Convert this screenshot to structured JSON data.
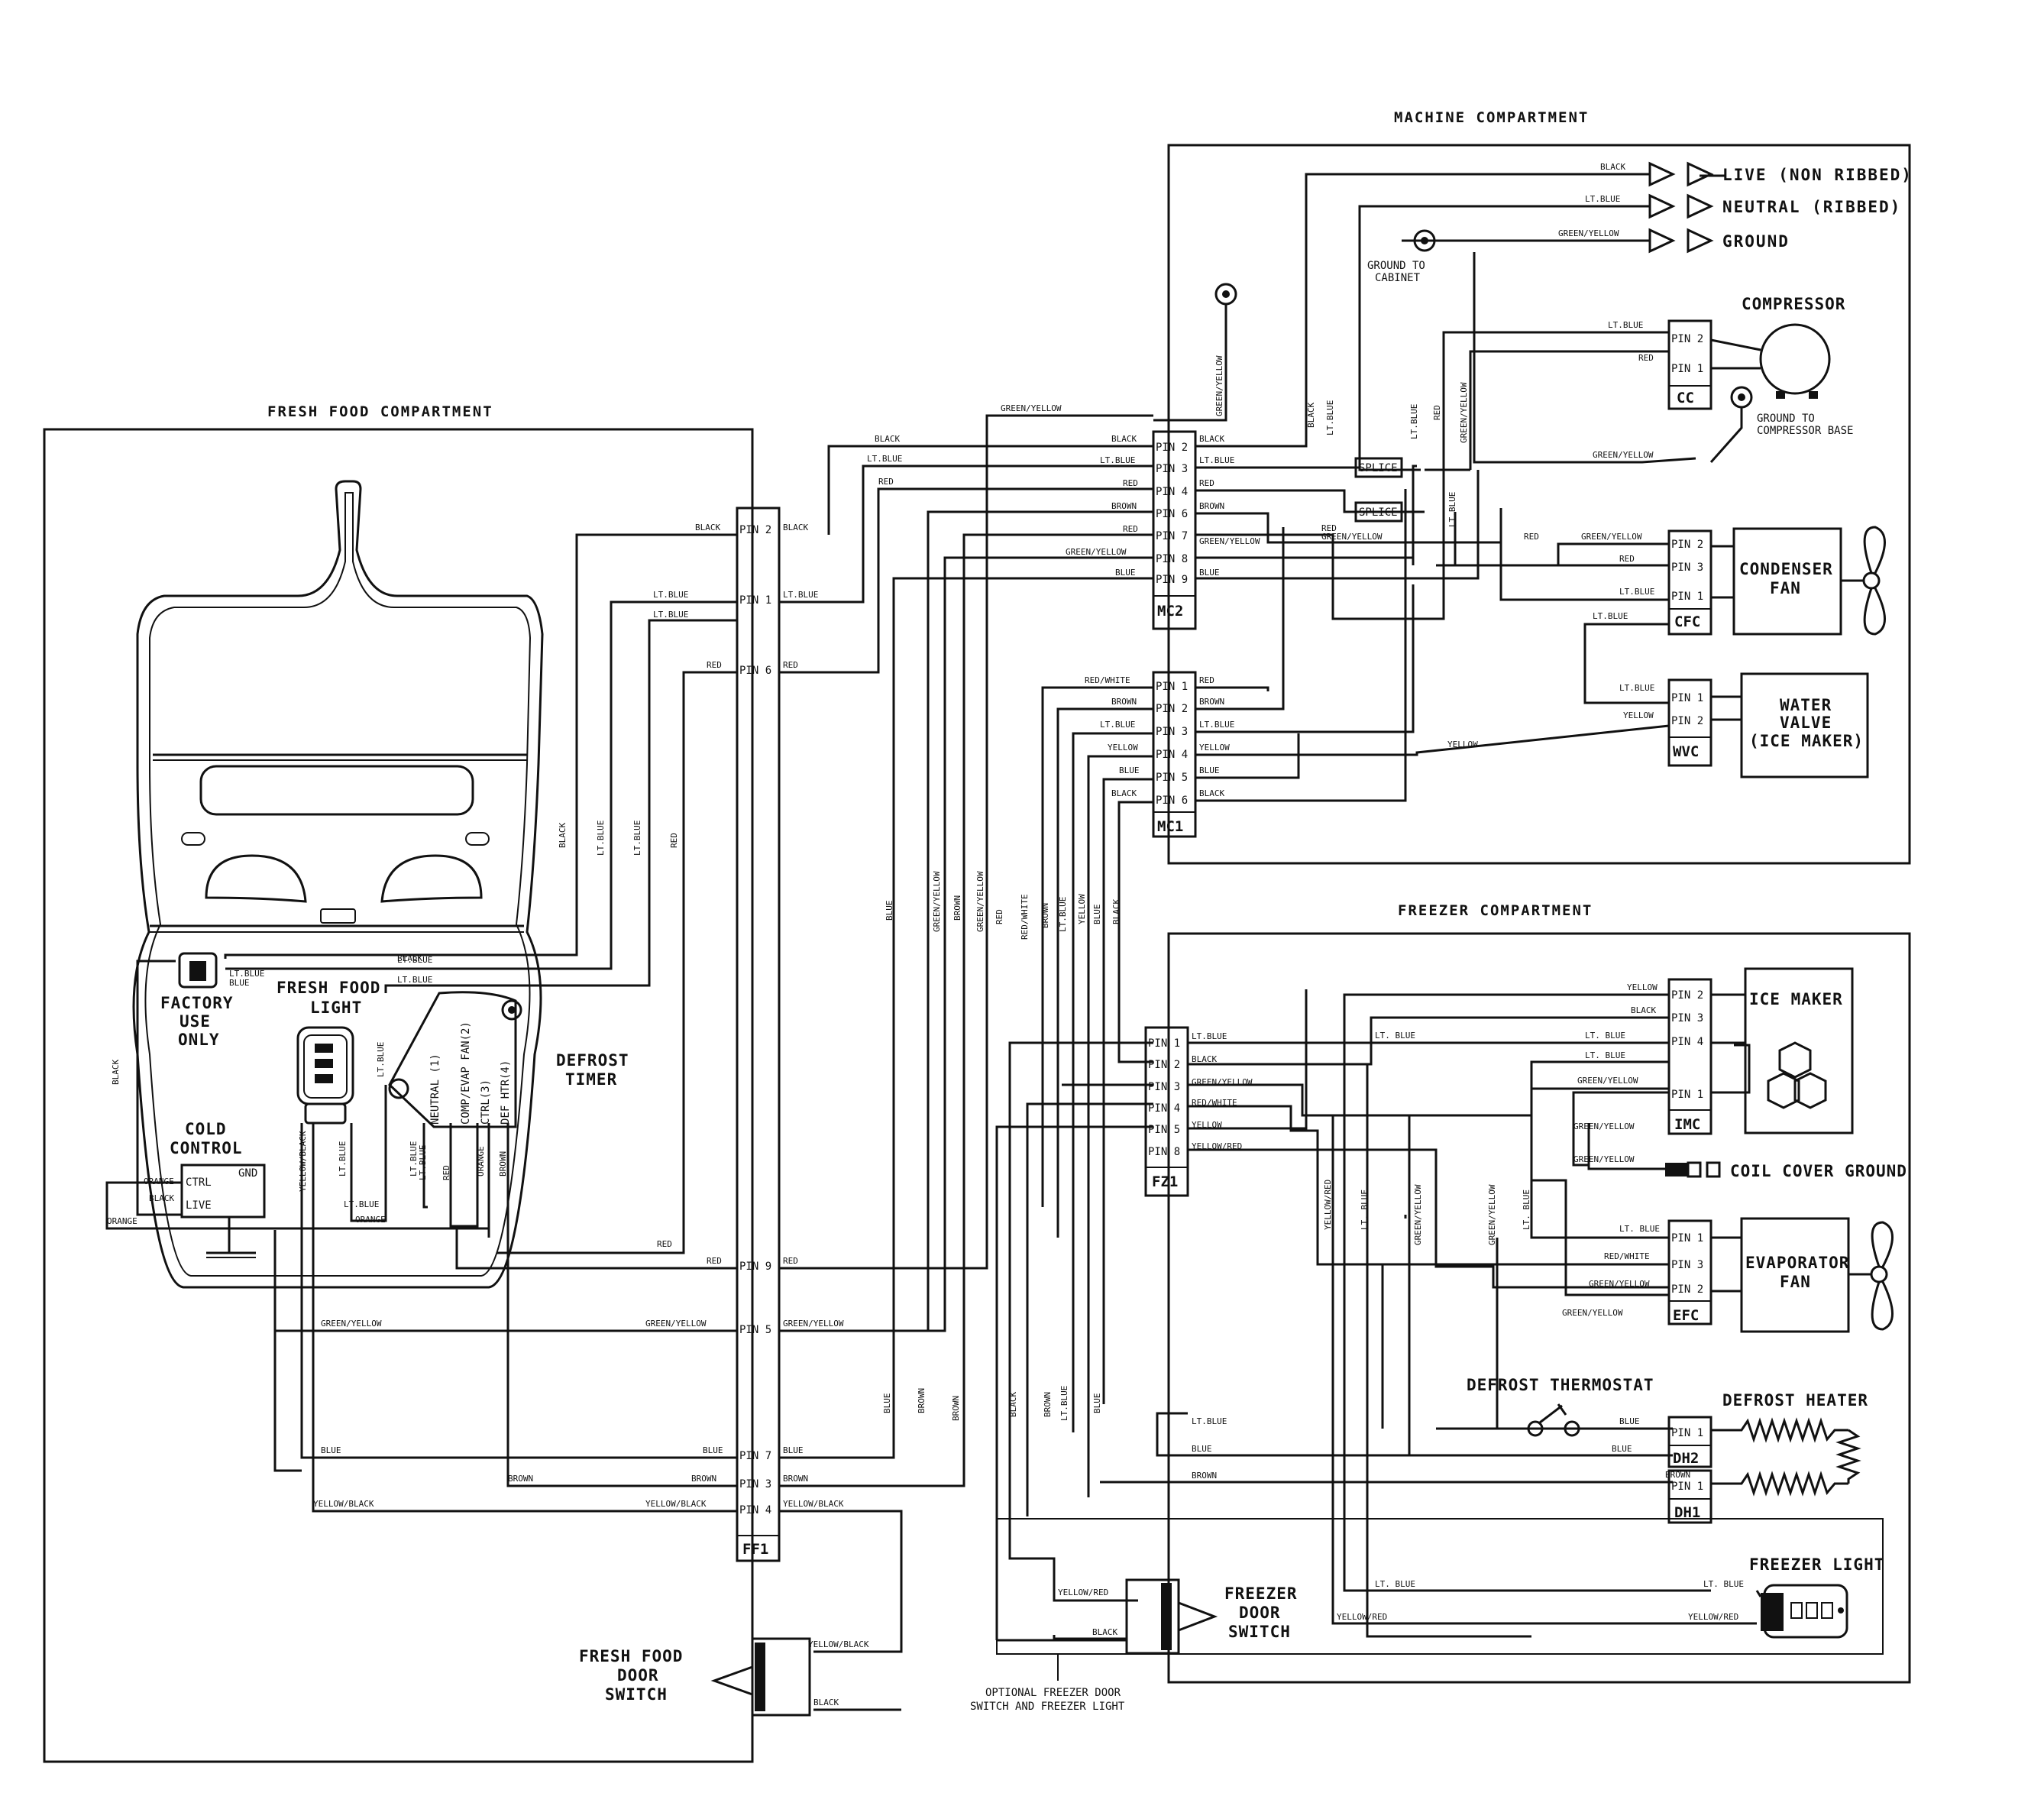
{
  "sections": {
    "fresh_food": "FRESH FOOD COMPARTMENT",
    "machine": "MACHINE COMPARTMENT",
    "freezer": "FREEZER  COMPARTMENT"
  },
  "connectors": {
    "ff1": {
      "name": "FF1",
      "pins": [
        "PIN 2",
        "PIN 1",
        "PIN 6",
        "PIN 9",
        "PIN 5",
        "PIN 7",
        "PIN 3",
        "PIN 4"
      ]
    },
    "mc2": {
      "name": "MC2",
      "pins": [
        "PIN 2",
        "PIN 3",
        "PIN 4",
        "PIN 6",
        "PIN 7",
        "PIN 8",
        "PIN 9"
      ]
    },
    "mc1": {
      "name": "MC1",
      "pins": [
        "PIN 1",
        "PIN 2",
        "PIN 3",
        "PIN 4",
        "PIN 5",
        "PIN 6"
      ]
    },
    "fz1": {
      "name": "FZ1",
      "pins": [
        "PIN 1",
        "PIN 2",
        "PIN 3",
        "PIN 4",
        "PIN 5",
        "PIN 8"
      ]
    },
    "cc": {
      "name": "CC",
      "pins": [
        "PIN 2",
        "PIN 1"
      ]
    },
    "cfc": {
      "name": "CFC",
      "pins": [
        "PIN 2",
        "PIN 3",
        "PIN 1"
      ]
    },
    "wvc": {
      "name": "WVC",
      "pins": [
        "PIN 1",
        "PIN 2"
      ]
    },
    "imc": {
      "name": "IMC",
      "pins": [
        "PIN 2",
        "PIN 3",
        "PIN 4",
        "PIN 1"
      ]
    },
    "efc": {
      "name": "EFC",
      "pins": [
        "PIN 1",
        "PIN 3",
        "PIN 2"
      ]
    },
    "dh2": {
      "name": "DH2",
      "pins": [
        "PIN 1"
      ]
    },
    "dh1": {
      "name": "DH1",
      "pins": [
        "PIN 1"
      ]
    }
  },
  "power": {
    "live": "LIVE (NON RIBBED)",
    "neutral": "NEUTRAL (RIBBED)",
    "ground": "GROUND",
    "ground_cabinet": [
      "GROUND TO",
      "CABINET"
    ],
    "ground_compressor": [
      "GROUND TO",
      "COMPRESSOR BASE"
    ],
    "splice": "SPLICE"
  },
  "components": {
    "compressor": "COMPRESSOR",
    "condenser_fan": [
      "CONDENSER",
      "FAN"
    ],
    "water_valve": [
      "WATER",
      "VALVE",
      "(ICE MAKER)"
    ],
    "ice_maker": "ICE MAKER",
    "evaporator_fan": [
      "EVAPORATOR",
      "FAN"
    ],
    "coil_cover_ground": "COIL COVER GROUND",
    "defrost_thermostat": "DEFROST THERMOSTAT",
    "defrost_heater": "DEFROST HEATER",
    "freezer_light": "FREEZER LIGHT",
    "freezer_door_switch": [
      "FREEZER",
      "DOOR",
      "SWITCH"
    ],
    "optional_note": [
      "OPTIONAL FREEZER DOOR",
      "SWITCH AND FREEZER LIGHT"
    ],
    "fresh_food_door_switch": [
      "FRESH FOOD",
      "DOOR",
      "SWITCH"
    ],
    "factory_use": [
      "FACTORY",
      "USE",
      "ONLY"
    ],
    "fresh_food_light": [
      "FRESH FOOD",
      "LIGHT"
    ],
    "defrost_timer": [
      "DEFROST",
      "TIMER"
    ],
    "cold_control": [
      "COLD",
      "CONTROL"
    ],
    "cold_control_terminals": [
      "CTRL",
      "LIVE",
      "GND"
    ],
    "timer_terminals": [
      "NEUTRAL (1)",
      "COMP/EVAP FAN(2)",
      "CTRL(3)",
      "DEF HTR(4)"
    ]
  },
  "wire_labels": {
    "black": "BLACK",
    "lt_blue": "LT.BLUE",
    "lt_blue_spaced": "LT. BLUE",
    "red": "RED",
    "brown": "BROWN",
    "blue": "BLUE",
    "green_yellow": "GREEN/YELLOW",
    "yellow": "YELLOW",
    "yellow_black": "YELLOW/BLACK",
    "yellow_red": "YELLOW/RED",
    "red_white": "RED/WHITE",
    "orange": "ORANGE"
  },
  "colors": {
    "line": "#111111",
    "background": "#ffffff"
  }
}
